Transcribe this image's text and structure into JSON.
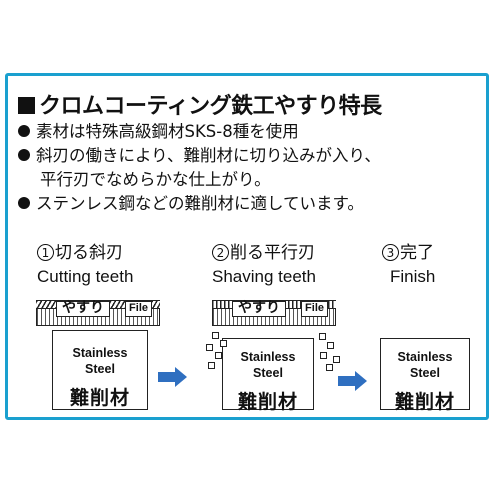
{
  "heading": "クロムコーティング鉄工やすり特長",
  "bullets": [
    "素材は特殊高級鋼材SKS-8種を使用",
    "斜刃の働きにより、難削材に切り込みが入り、",
    "平行刃でなめらかな仕上がり。",
    "ステンレス鋼などの難削材に適しています。"
  ],
  "steps": [
    {
      "num": "1",
      "jp": "切る斜刃",
      "en": "Cutting teeth"
    },
    {
      "num": "2",
      "jp": "削る平行刃",
      "en": "Shaving teeth"
    },
    {
      "num": "3",
      "jp": "完了",
      "en": "Finish"
    }
  ],
  "file": {
    "label": "やすり",
    "tag": "File"
  },
  "block": {
    "en_line1": "Stainless",
    "en_line2": "Steel",
    "jp": "難削材"
  },
  "colors": {
    "frame": "#1aa0cf",
    "arrow": "#2f6fc0"
  }
}
